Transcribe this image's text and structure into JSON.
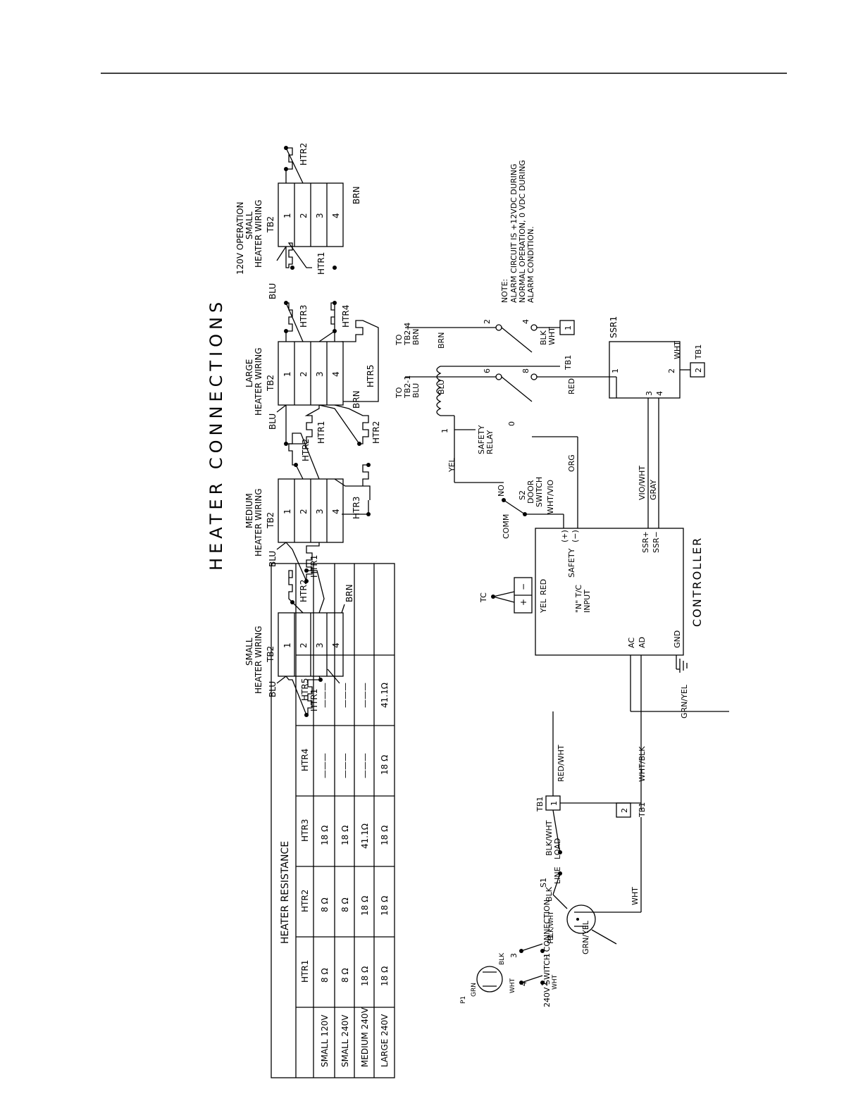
{
  "title": "HEATER CONNECTIONS",
  "table": {
    "title": "HEATER RESISTANCE",
    "columns": [
      "",
      "HTR1",
      "HTR2",
      "HTR3",
      "HTR4",
      "HTR5"
    ],
    "rows": [
      [
        "SMALL 120V",
        "8 Ω",
        "8 Ω",
        "18 Ω",
        "———",
        "———"
      ],
      [
        "SMALL 240V",
        "8 Ω",
        "8 Ω",
        "18 Ω",
        "———",
        "———"
      ],
      [
        "MEDIUM 240V",
        "18 Ω",
        "18 Ω",
        "41.1Ω",
        "———",
        "———"
      ],
      [
        "LARGE 240V",
        "18 Ω",
        "18 Ω",
        "18 Ω",
        "18 Ω",
        "41.1Ω"
      ]
    ]
  },
  "wiring": {
    "small_title": [
      "SMALL",
      "HEATER WIRING"
    ],
    "medium_title": [
      "MEDIUM",
      "HEATER WIRING"
    ],
    "large_title": [
      "LARGE",
      "HEATER WIRING"
    ],
    "small120_title": [
      "120V OPERATION",
      "SMALL",
      "HEATER WIRING"
    ],
    "tb2": "TB2",
    "terminals": [
      "1",
      "2",
      "3",
      "4"
    ],
    "htr": [
      "HTR1",
      "HTR2",
      "HTR3",
      "HTR4",
      "HTR5"
    ],
    "blu": "BLU",
    "brn": "BRN"
  },
  "note": {
    "label": "NOTE:",
    "lines": [
      "ALARM CIRCUIT IS +12VDC DURING",
      "NORMAL OPERATION, 0 VDC DURING",
      "ALARM CONDITION."
    ]
  },
  "schematic": {
    "to_tb2_1": [
      "TO",
      "TB2-1",
      "BLU"
    ],
    "to_tb2_4": [
      "TO",
      "TB2-4",
      "BRN"
    ],
    "pin6": "6",
    "pin8": "8",
    "pin2": "2",
    "pin4": "4",
    "blu": "BLU",
    "brn": "BRN",
    "red": "RED",
    "blk": "BLK",
    "wht": "WHT",
    "yel": "YEL",
    "org": "ORG",
    "gray": "GRAY",
    "vio_wht": "VIO/WHT",
    "wht_vio": "WHT/VIO",
    "relay": [
      "SAFETY",
      "RELAY"
    ],
    "coil1": "1",
    "coil0": "0",
    "door_switch": [
      "S2",
      "DOOR",
      "SWITCH"
    ],
    "comm": "COMM",
    "no": "NO",
    "ssr": "SSR1",
    "ssr_pins": [
      "1",
      "2",
      "3",
      "4"
    ],
    "tb1": "TB1",
    "one": "1",
    "two": "2",
    "controller": "CONTROLLER",
    "safety_pos": "(+)",
    "safety_neg": "(−)",
    "safety": "SAFETY",
    "ssr_plus": "SSR+",
    "ssr_minus": "SSR−",
    "tc": "TC",
    "tc_plus": "+",
    "tc_minus": "−",
    "tc_input": [
      "\"N\"  T/C",
      "INPUT"
    ],
    "yel_red": [
      "YEL",
      "RED"
    ],
    "ac": "AC",
    "ad": "AD",
    "gnd": "GND",
    "grn_yel": "GRN/YEL",
    "red_wht": "RED/WHT",
    "wht_blk": "WHT/BLK",
    "s1": "S1",
    "line": "LINE",
    "load": "LOAD",
    "blk_wht": "BLK/WHT",
    "p1": "P1",
    "sw240": "240V SWITCH CONNECTION",
    "grn": "GRN",
    "sw_pins": [
      "3",
      "4",
      "1",
      "2"
    ]
  }
}
